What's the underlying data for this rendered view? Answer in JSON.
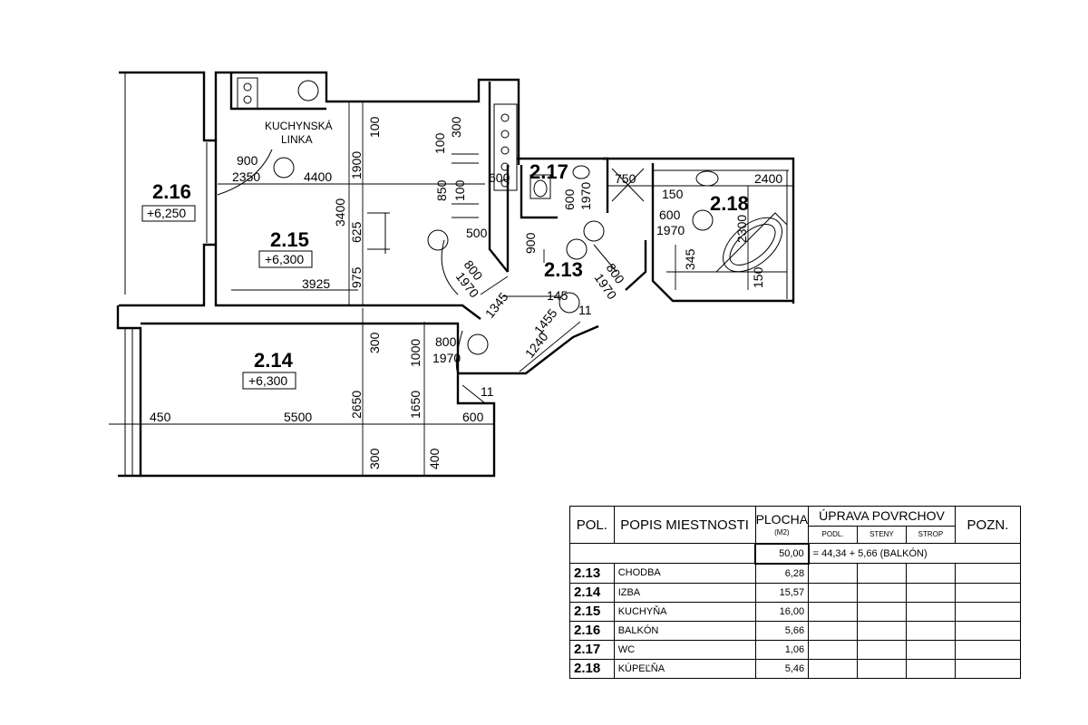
{
  "rooms": [
    {
      "id": "2.13"
    },
    {
      "id": "2.14",
      "level": "+6,300"
    },
    {
      "id": "2.15",
      "level": "+6,300"
    },
    {
      "id": "2.16",
      "level": "+6,250"
    },
    {
      "id": "2.17"
    },
    {
      "id": "2.18"
    }
  ],
  "labels": {
    "kitchen_line1": "KUCHYNSKÁ",
    "kitchen_line2": "LINKA"
  },
  "dimensions": {
    "d100a": "100",
    "d300a": "300",
    "d1900": "1900",
    "d4400": "4400",
    "d900a": "900",
    "d2350": "2350",
    "d100b": "100",
    "d850": "850",
    "d100c": "100",
    "d600a": "600",
    "d3400": "3400",
    "d625": "625",
    "d500": "500",
    "d975": "975",
    "d3925": "3925",
    "d800a": "800",
    "d1970a": "1970",
    "d900b": "900",
    "d600b": "600",
    "d1970b": "1970",
    "d750": "750",
    "d150a": "150",
    "d600c": "600",
    "d1970c": "1970",
    "d2400": "2400",
    "d2300": "2300",
    "d345": "345",
    "d150b": "150",
    "d800b": "800",
    "d1970d": "1970",
    "d1345": "1345",
    "d145": "145",
    "d1455": "1455",
    "d1240": "1240",
    "d300b": "300",
    "d1000": "1000",
    "d800c": "800",
    "d1970e": "1970",
    "d2650": "2650",
    "d1650": "1650",
    "d450": "450",
    "d5500": "5500",
    "d600d": "600",
    "d300c": "300",
    "d400": "400",
    "d11a": "11",
    "d11b": "11"
  },
  "legend": {
    "headers": {
      "pol": "POL.",
      "popis": "POPIS MIESTNOSTI",
      "plocha": "PLOCHA",
      "plocha_unit": "(M2)",
      "uprava": "ÚPRAVA POVRCHOV",
      "podl": "PODL.",
      "steny": "STENY",
      "strop": "STROP",
      "pozn": "POZN."
    },
    "total": {
      "value": "50,00",
      "note": "= 44,34 + 5,66 (BALKÓN)"
    },
    "rows": [
      {
        "pol": "2.13",
        "popis": "CHODBA",
        "plocha": "6,28"
      },
      {
        "pol": "2.14",
        "popis": "IZBA",
        "plocha": "15,57"
      },
      {
        "pol": "2.15",
        "popis": "KUCHYŇA",
        "plocha": "16,00"
      },
      {
        "pol": "2.16",
        "popis": "BALKÓN",
        "plocha": "5,66"
      },
      {
        "pol": "2.17",
        "popis": "WC",
        "plocha": "1,06"
      },
      {
        "pol": "2.18",
        "popis": "KÚPEĽŇA",
        "plocha": "5,46"
      }
    ]
  }
}
